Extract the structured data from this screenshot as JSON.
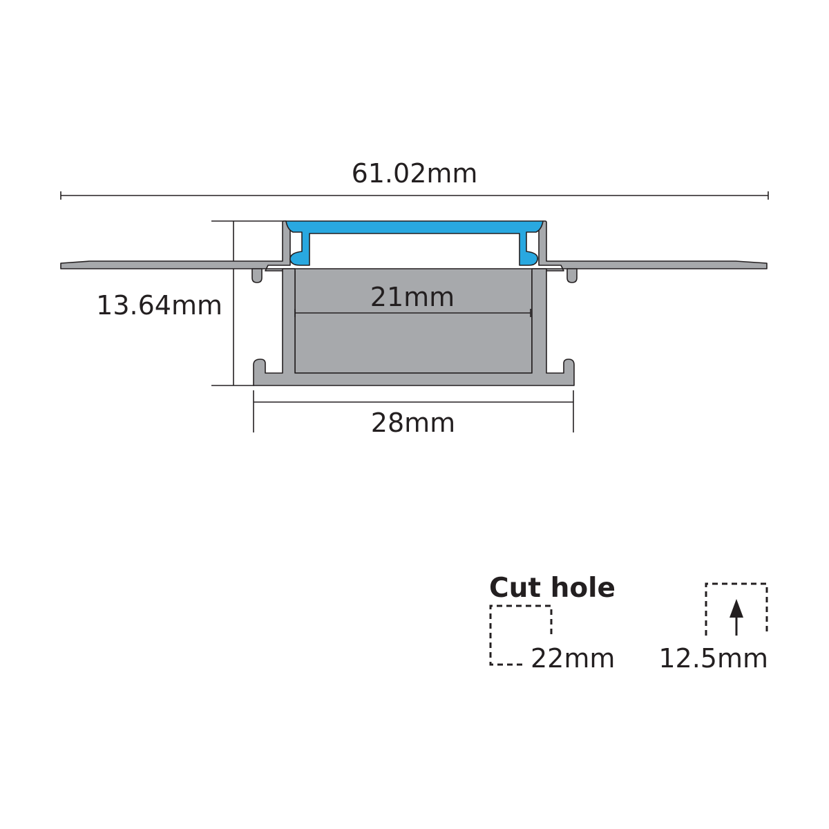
{
  "dimensions": {
    "overall_width": "61.02mm",
    "height": "13.64mm",
    "inner_width": "21mm",
    "base_width": "28mm"
  },
  "cut_hole": {
    "title": "Cut hole",
    "width": "22mm",
    "depth": "12.5mm"
  },
  "colors": {
    "profile": "#a7a9ac",
    "diffuser": "#29a8e0",
    "ink": "#231f20"
  }
}
